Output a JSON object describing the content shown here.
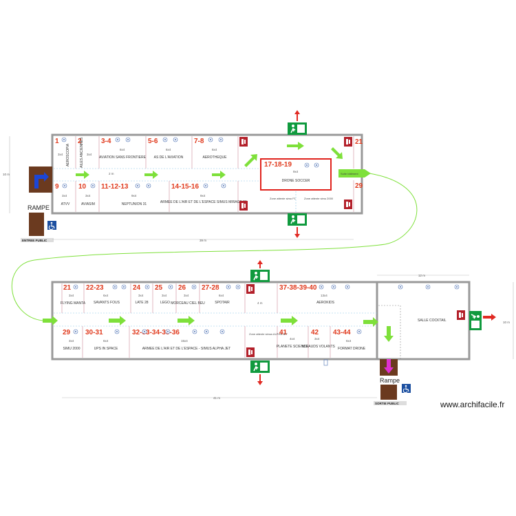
{
  "top_hall": {
    "rooms_top": [
      {
        "num": "1",
        "label": "AEROSCOPIA",
        "size": "3x4"
      },
      {
        "num": "2",
        "label": "AILES ANCIENNES",
        "size": "3x4"
      },
      {
        "num": "3-4",
        "label": "AVIATION SANS FRONTIERE",
        "size": "6x4"
      },
      {
        "num": "5-6",
        "label": "AS DE L'AVIATION",
        "size": "6x4"
      },
      {
        "num": "7-8",
        "label": "AEROTHEQUE",
        "size": "6x4"
      }
    ],
    "rooms_bottom": [
      {
        "num": "9",
        "label": "ATVV",
        "size": "3x4"
      },
      {
        "num": "10",
        "label": "AVIASIM",
        "size": "3x4"
      },
      {
        "num": "11-12-13",
        "label": "NEPTUNION 31",
        "size": "9x4"
      },
      {
        "num": "14-15-16",
        "label": "ARMEE DE L'AIR ET DE L'ESPACE SIMUS MIRAGE F1",
        "size": "9x4"
      }
    ],
    "drone": {
      "num": "17-18-19",
      "label": "DRONE SOCCER",
      "size": "9x4"
    },
    "zones": [
      {
        "label": "Zone attente simu F1"
      },
      {
        "label": "Zone attente simu 2000"
      }
    ],
    "marker_21": "21",
    "marker_29": "29",
    "aisle_width": "2 m",
    "suite": "Suite bâtiment",
    "rampe": "RAMPE",
    "entree": "ENTREE PUBLIC",
    "dim_length": "39 m",
    "dim_height": "10 m"
  },
  "bottom_hall": {
    "rooms_top": [
      {
        "num": "21",
        "label": "FLYING MANTA",
        "size": "3x4"
      },
      {
        "num": "22-23",
        "label": "SAVANTS FOUS",
        "size": "6x4"
      },
      {
        "num": "24",
        "label": "LATE 28",
        "size": "3x4"
      },
      {
        "num": "25",
        "label": "LEGO",
        "size": "3x4"
      },
      {
        "num": "26",
        "label": "MORCEAU CIEL BEU",
        "size": "3x4"
      },
      {
        "num": "27-28",
        "label": "SPOTAIR",
        "size": "6x4"
      },
      {
        "num": "37-38-39-40",
        "label": "AEROKIDS",
        "size": "13x4"
      }
    ],
    "rooms_bottom": [
      {
        "num": "29",
        "label": "SIMU 2000",
        "size": "3x4"
      },
      {
        "num": "30-31",
        "label": "UPS IN SPACE",
        "size": "6x4"
      },
      {
        "num": "32-33-34-35-36",
        "label": "ARMEE DE L'AIR ET DE L'ESPACE - SIMUS ALPHA JET",
        "size": "15x4"
      },
      {
        "num": "41",
        "label": "PLANETE SCIENCE",
        "size": "4x4"
      },
      {
        "num": "42",
        "label": "MIRAUDS VOLANTS",
        "size": "3x4"
      },
      {
        "num": "43-44",
        "label": "FORMAT DRONE",
        "size": "6x4"
      }
    ],
    "zone": {
      "label": "Zone attente simus ALPHA JET"
    },
    "cocktail": "SALLE COCKTAIL",
    "aisle_width": "4 m",
    "rampe": "Rampe",
    "sortie": "SORTIE PUBLIC",
    "dim_length": "41 m",
    "dim_cocktail": "12 m",
    "dim_height": "10 m"
  },
  "watermark": "www.archifacile.fr",
  "colors": {
    "room_number": "#e0391c",
    "arrow": "#7ee03a",
    "exit_sign": "#109a3e",
    "exit_arrow": "#e12a23",
    "extinguisher": "#b3202a",
    "wall": "#999999",
    "drone_frame": "#e0221c",
    "ramp": "#6b3a1f",
    "accessible": "#1c4fa0",
    "exit_down": "#e030d0"
  }
}
